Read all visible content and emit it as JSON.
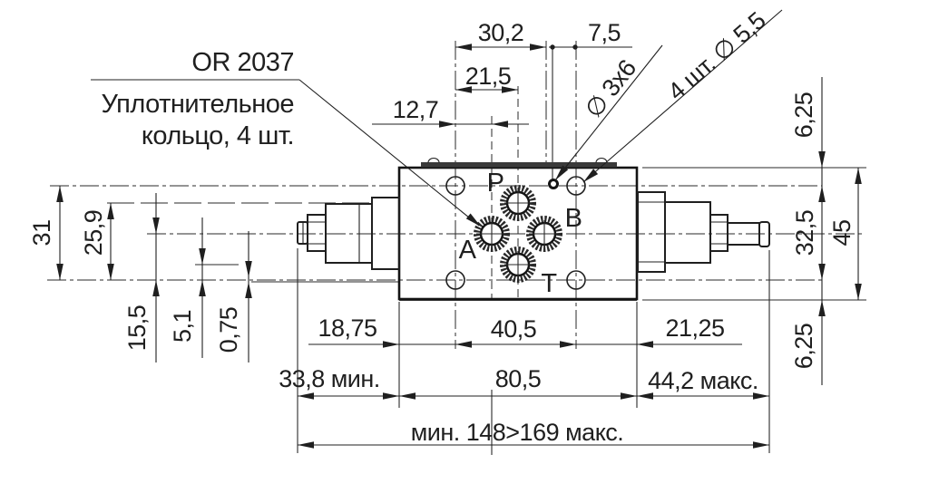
{
  "drawing": {
    "oring_label": {
      "code": "OR 2037",
      "line1": "Уплотнительное",
      "line2": "кольцо, 4 шт."
    },
    "callouts": {
      "orifice": "∅ 3x6",
      "mount_holes": "4 шт. ∅ 5,5"
    },
    "ports": {
      "p": "P",
      "b": "B",
      "a": "A",
      "t": "T"
    },
    "dims": {
      "top": {
        "w30_2": "30,2",
        "w7_5": "7,5",
        "w21_5": "21,5",
        "w12_7": "12,7"
      },
      "left": {
        "h31": "31",
        "h25_9": "25,9",
        "h15_5": "15,5",
        "h5_1": "5,1",
        "h0_75": "0,75"
      },
      "right": {
        "t6_25": "6,25",
        "h32_5": "32,5",
        "h45": "45",
        "b6_25": "6,25"
      },
      "bottom": {
        "w18_75": "18,75",
        "w40_5": "40,5",
        "w21_25": "21,25",
        "w33_8": "33,8 мин.",
        "w80_5": "80,5",
        "w44_2": "44,2 макс.",
        "total": "мин. 148>169 макс."
      }
    },
    "colors": {
      "line": "#1f1f1f",
      "background": "#ffffff"
    }
  }
}
